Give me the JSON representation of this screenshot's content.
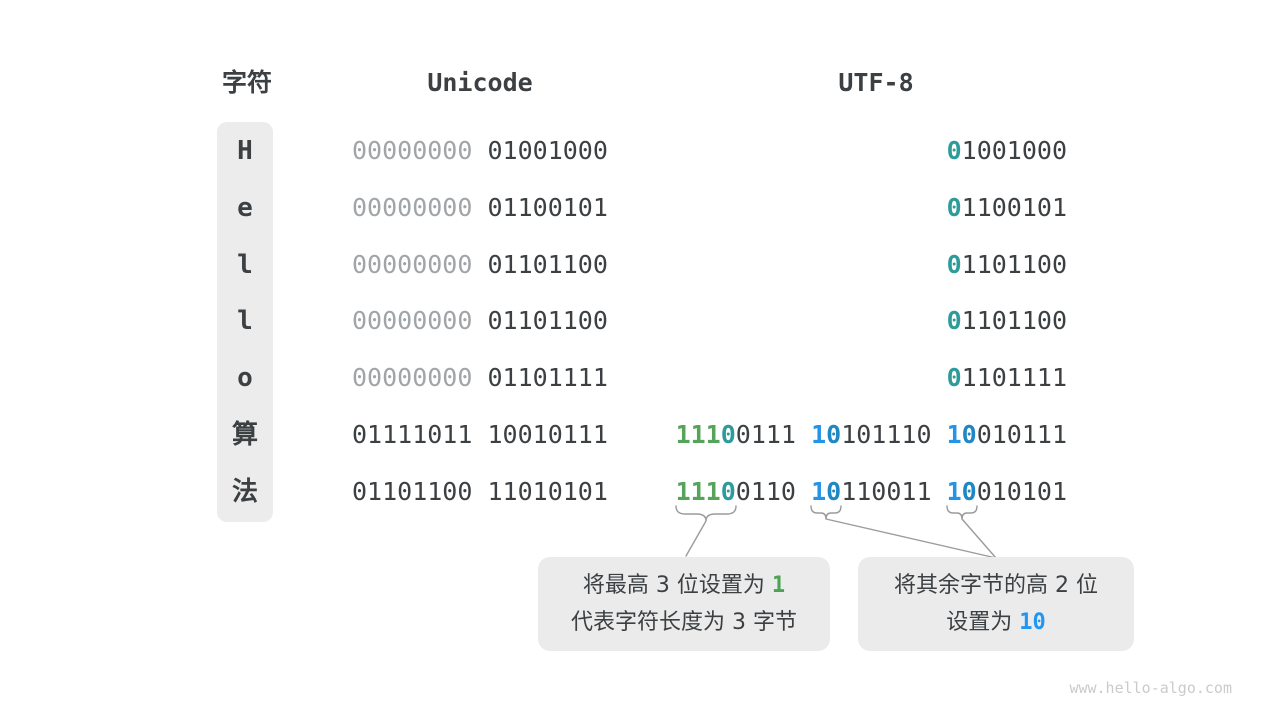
{
  "table": {
    "headers": {
      "char": "字符",
      "unicode": "Unicode",
      "utf8": "UTF-8"
    },
    "rows": [
      {
        "char": "H",
        "unicode": [
          [
            "00000000",
            "gray"
          ],
          [
            " ",
            "dark"
          ],
          [
            "01001000",
            "dark"
          ]
        ],
        "utf8": [
          [
            "0",
            "teal"
          ],
          [
            "1001000",
            "dark"
          ]
        ]
      },
      {
        "char": "e",
        "unicode": [
          [
            "00000000",
            "gray"
          ],
          [
            " ",
            "dark"
          ],
          [
            "01100101",
            "dark"
          ]
        ],
        "utf8": [
          [
            "0",
            "teal"
          ],
          [
            "1100101",
            "dark"
          ]
        ]
      },
      {
        "char": "l",
        "unicode": [
          [
            "00000000",
            "gray"
          ],
          [
            " ",
            "dark"
          ],
          [
            "01101100",
            "dark"
          ]
        ],
        "utf8": [
          [
            "0",
            "teal"
          ],
          [
            "1101100",
            "dark"
          ]
        ]
      },
      {
        "char": "l",
        "unicode": [
          [
            "00000000",
            "gray"
          ],
          [
            " ",
            "dark"
          ],
          [
            "01101100",
            "dark"
          ]
        ],
        "utf8": [
          [
            "0",
            "teal"
          ],
          [
            "1101100",
            "dark"
          ]
        ]
      },
      {
        "char": "o",
        "unicode": [
          [
            "00000000",
            "gray"
          ],
          [
            " ",
            "dark"
          ],
          [
            "01101111",
            "dark"
          ]
        ],
        "utf8": [
          [
            "0",
            "teal"
          ],
          [
            "1101111",
            "dark"
          ]
        ]
      },
      {
        "char": "算",
        "unicode": [
          [
            "01111011",
            "dark"
          ],
          [
            " ",
            "dark"
          ],
          [
            "10010111",
            "dark"
          ]
        ],
        "utf8": [
          [
            "111",
            "green"
          ],
          [
            "0",
            "teal"
          ],
          [
            "0111",
            "dark"
          ],
          [
            " ",
            "dark"
          ],
          [
            "1",
            "blue"
          ],
          [
            "0",
            "blue2"
          ],
          [
            "101110",
            "dark"
          ],
          [
            " ",
            "dark"
          ],
          [
            "1",
            "blue"
          ],
          [
            "0",
            "blue2"
          ],
          [
            "010111",
            "dark"
          ]
        ]
      },
      {
        "char": "法",
        "unicode": [
          [
            "01101100",
            "dark"
          ],
          [
            " ",
            "dark"
          ],
          [
            "11010101",
            "dark"
          ]
        ],
        "utf8": [
          [
            "111",
            "green"
          ],
          [
            "0",
            "teal"
          ],
          [
            "0110",
            "dark"
          ],
          [
            " ",
            "dark"
          ],
          [
            "1",
            "blue"
          ],
          [
            "0",
            "blue2"
          ],
          [
            "110011",
            "dark"
          ],
          [
            " ",
            "dark"
          ],
          [
            "1",
            "blue"
          ],
          [
            "0",
            "blue2"
          ],
          [
            "010101",
            "dark"
          ]
        ]
      }
    ]
  },
  "callouts": {
    "left": {
      "line1": [
        [
          "将最高 3 位设置为 ",
          "dark"
        ],
        [
          "1",
          "green"
        ]
      ],
      "line2": [
        [
          "代表字符长度为 3 字节",
          "dark"
        ]
      ]
    },
    "right": {
      "line1": [
        [
          "将其余字节的高 2 位",
          "dark"
        ]
      ],
      "line2": [
        [
          "设置为 ",
          "dark"
        ],
        [
          "10",
          "blue"
        ]
      ]
    }
  },
  "page": {
    "footer": "www.hello-algo.com"
  },
  "colors": {
    "text_dark": "#3C4043",
    "leading_zero_gray": "#A2A5A8",
    "prefix_one_green": "#56A35A",
    "prefix_zero_teal": "#2E9B9B",
    "continuation_blue": "#2494E6",
    "panel_gray": "#ECECEC"
  }
}
